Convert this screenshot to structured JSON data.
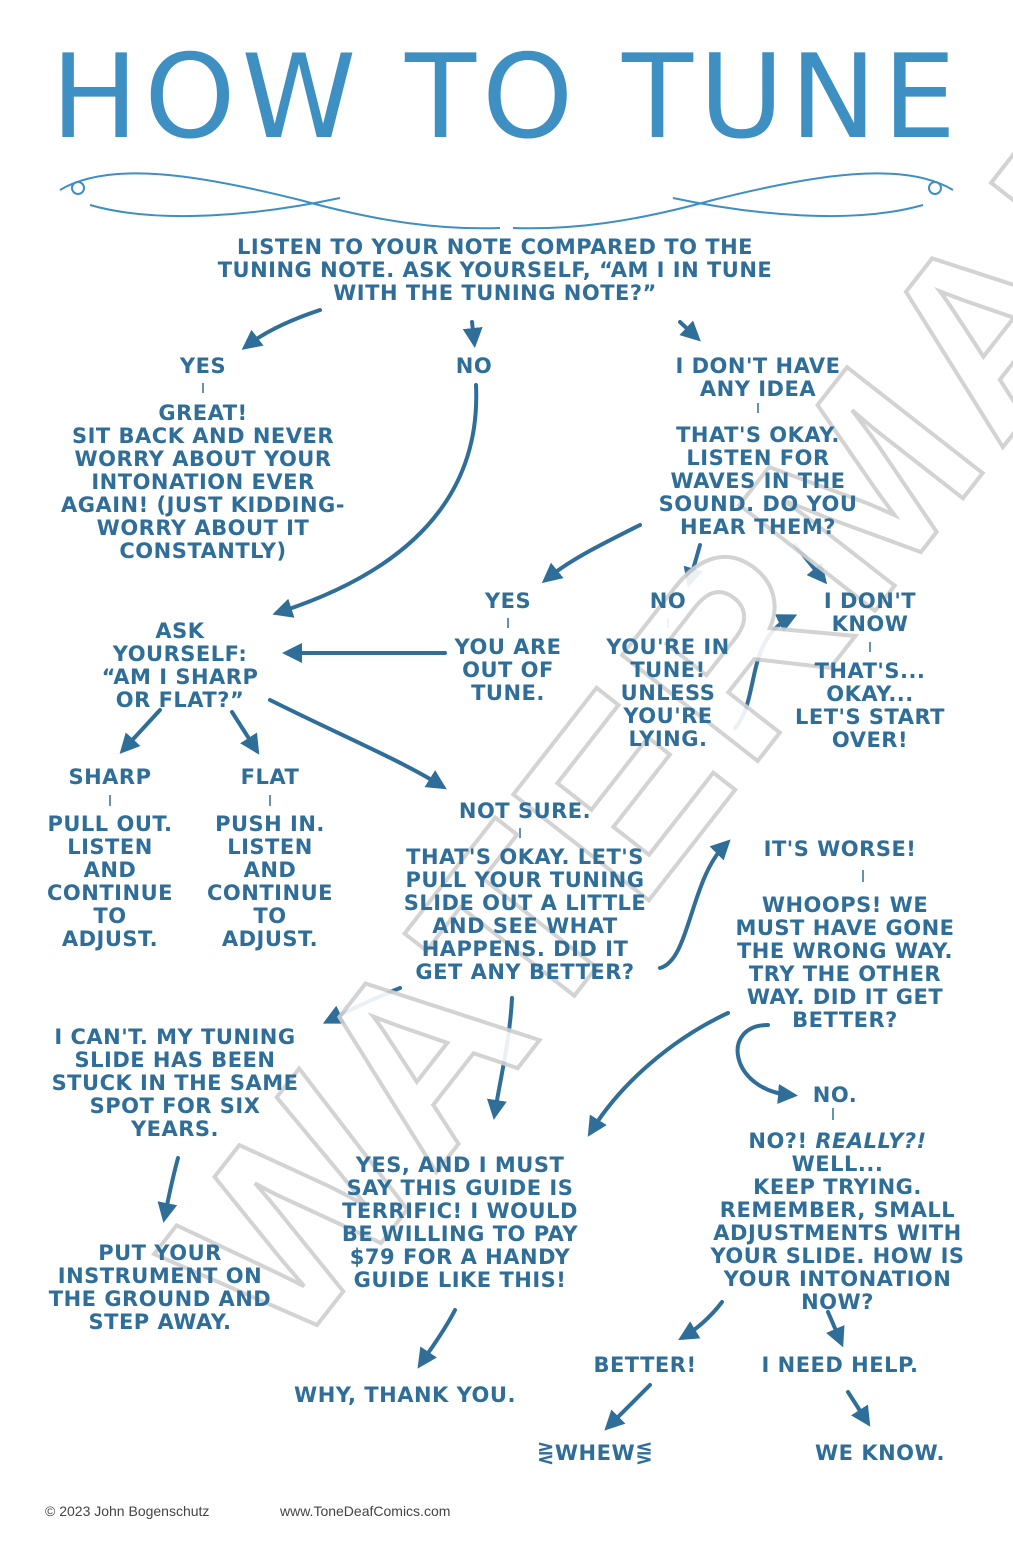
{
  "title": "HOW TO TUNE",
  "watermark": "WATERMARK",
  "colors": {
    "title": "#3e8fc2",
    "text": "#2f6e98",
    "arrows": "#2f6e98",
    "watermark": "#cfcfcf"
  },
  "nodes": {
    "start": "LISTEN TO YOUR NOTE COMPARED TO THE\nTUNING NOTE. ASK YOURSELF, “AM I IN TUNE\nWITH THE TUNING NOTE?”",
    "yes1": "YES",
    "yes1_result": "GREAT!\nSIT BACK AND NEVER\nWORRY ABOUT YOUR\nINTONATION EVER\nAGAIN! (JUST KIDDING-\nWORRY ABOUT IT\nCONSTANTLY)",
    "no1": "NO",
    "idk1": "I DON'T HAVE\nANY IDEA",
    "idk1_result": "THAT'S OKAY.\nLISTEN FOR\nWAVES IN THE\nSOUND. DO YOU\nHEAR THEM?",
    "yes2": "YES",
    "yes2_result": "YOU ARE\nOUT OF\nTUNE.",
    "no2": "NO",
    "no2_result": "YOU'RE IN\nTUNE!\nUNLESS\nYOU'RE\nLYING.",
    "idk2": "I DON'T\nKNOW",
    "idk2_result": "THAT'S...\nOKAY...\nLET'S START\nOVER!",
    "ask": "ASK\nYOURSELF:\n“AM I SHARP\nOR FLAT?”",
    "sharp": "SHARP",
    "sharp_result": "PULL OUT.\nLISTEN\nAND\nCONTINUE\nTO\nADJUST.",
    "flat": "FLAT",
    "flat_result": "PUSH IN.\nLISTEN\nAND\nCONTINUE\nTO\nADJUST.",
    "notsure": "NOT SURE.",
    "notsure_result": "THAT'S OKAY. LET'S\nPULL YOUR TUNING\nSLIDE OUT A LITTLE\nAND SEE WHAT\nHAPPENS. DID IT\nGET ANY BETTER?",
    "worse": "IT'S WORSE!",
    "worse_result": "WHOOPS! WE\nMUST HAVE GONE\nTHE WRONG WAY.\nTRY THE OTHER\nWAY. DID IT GET\nBETTER?",
    "cant": "I CAN'T. MY TUNING\nSLIDE HAS BEEN\nSTUCK IN THE SAME\nSPOT FOR SIX\nYEARS.",
    "cant_result": "PUT YOUR\nINSTRUMENT ON\nTHE GROUND AND\nSTEP AWAY.",
    "yes_terrific": "YES, AND I MUST\nSAY THIS GUIDE IS\nTERRIFIC! I WOULD\nBE WILLING TO PAY\n$79 FOR A HANDY\nGUIDE LIKE THIS!",
    "thanks": "WHY, THANK YOU.",
    "no3": "NO.",
    "no3_result_a": "NO?! ",
    "no3_result_b": "REALLY?!",
    "no3_result_c": "\nWELL...\nKEEP TRYING.\nREMEMBER, SMALL\nADJUSTMENTS WITH\nYOUR SLIDE. HOW IS\nYOUR INTONATION\nNOW?",
    "better": "BETTER!",
    "whew": "WHEW",
    "help": "I NEED HELP.",
    "weknow": "WE KNOW."
  },
  "footer": {
    "copyright": "© 2023 John Bogenschutz",
    "website": "www.ToneDeafComics.com"
  }
}
